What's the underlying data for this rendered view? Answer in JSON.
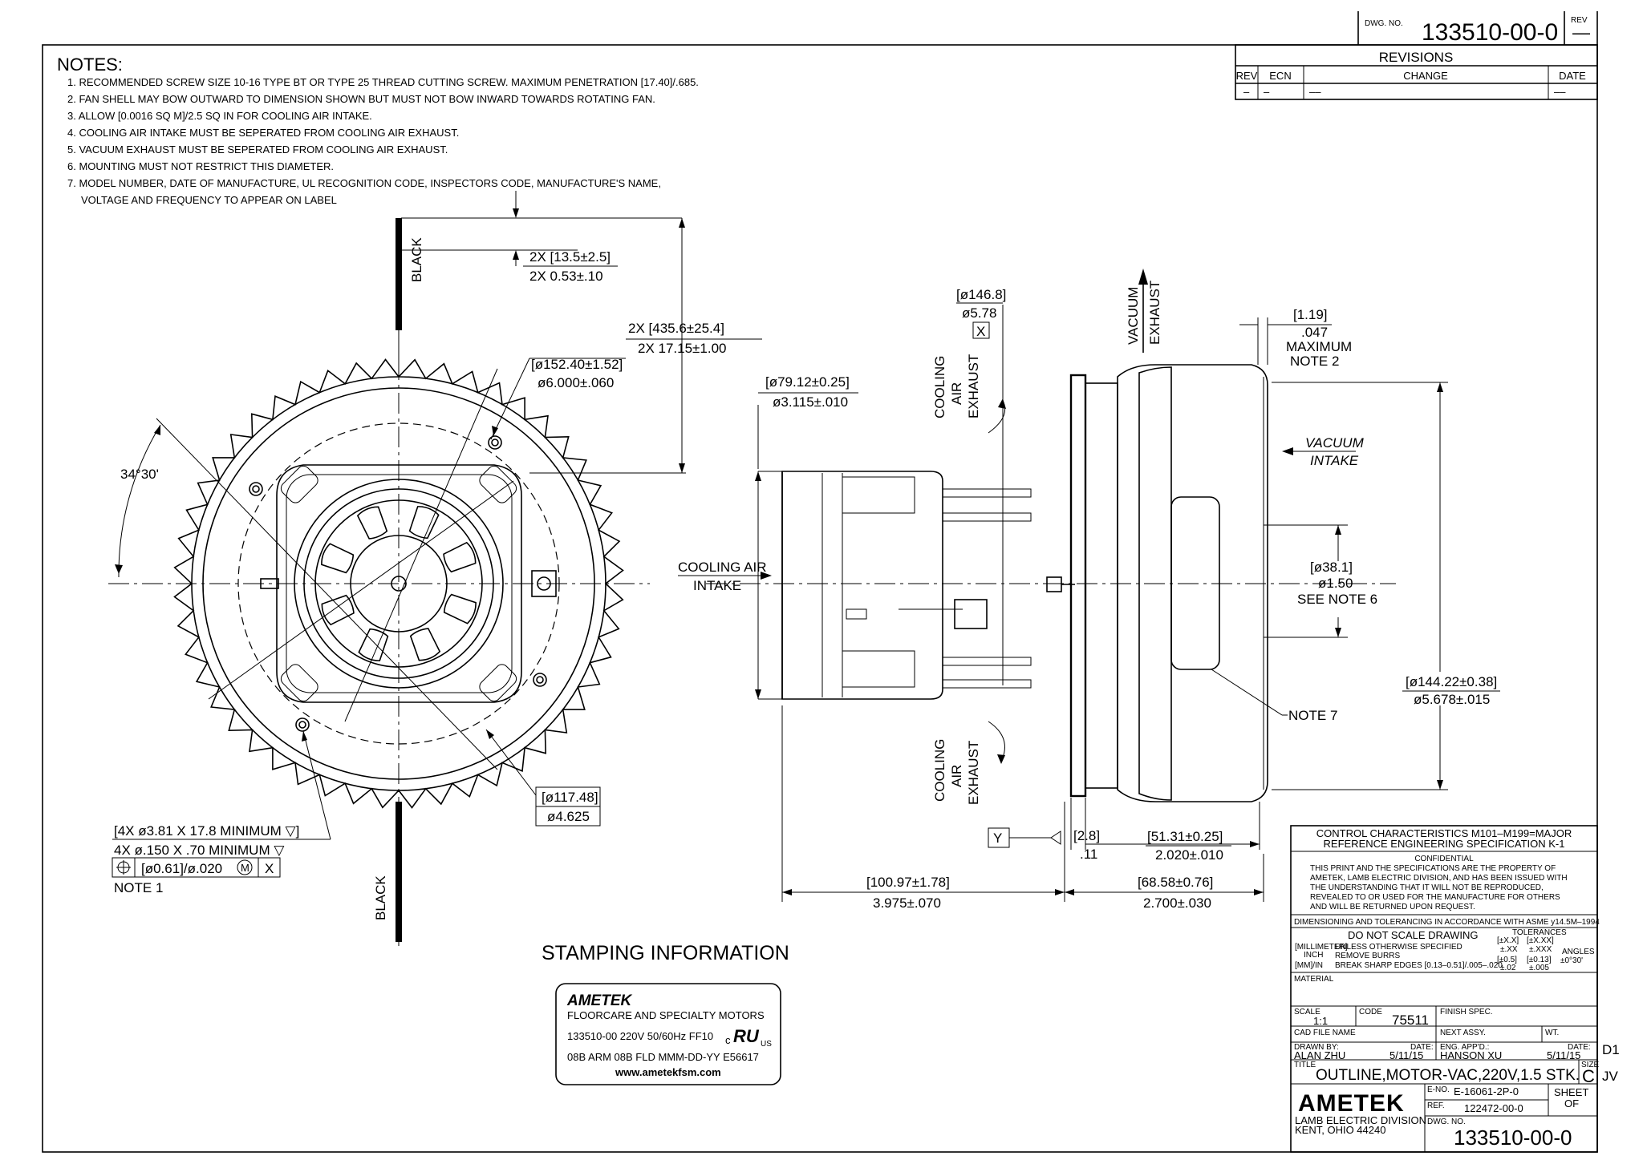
{
  "dwg_header": {
    "label": "DWG. NO.",
    "number": "133510-00-0",
    "rev_label": "REV",
    "rev": "—"
  },
  "revisions": {
    "title": "REVISIONS",
    "columns": [
      "REV",
      "ECN",
      "CHANGE",
      "DATE"
    ],
    "row": [
      "–",
      "–",
      "––",
      "––"
    ]
  },
  "notes": {
    "title": "NOTES:",
    "items": [
      "1. RECOMMENDED SCREW SIZE 10-16 TYPE BT OR TYPE 25 THREAD CUTTING SCREW. MAXIMUM PENETRATION [17.40]/.685.",
      "2. FAN SHELL MAY BOW OUTWARD TO DIMENSION SHOWN BUT MUST NOT BOW INWARD TOWARDS ROTATING FAN.",
      "3. ALLOW [0.0016 SQ M]/2.5 SQ IN FOR COOLING AIR INTAKE.",
      "4. COOLING AIR INTAKE MUST BE SEPERATED FROM COOLING AIR EXHAUST.",
      "5. VACUUM EXHAUST MUST BE SEPERATED FROM COOLING AIR EXHAUST.",
      "6. MOUNTING MUST NOT RESTRICT THIS DIAMETER.",
      "7. MODEL NUMBER, DATE OF MANUFACTURE, UL RECOGNITION CODE, INSPECTORS CODE, MANUFACTURE'S NAME,",
      "VOLTAGE AND FREQUENCY TO APPEAR ON LABEL"
    ]
  },
  "front_view": {
    "wire_color_top": "BLACK",
    "wire_color_bottom": "BLACK",
    "dim_wire_stub_mm": "2X [13.5±2.5]",
    "dim_wire_stub_in": "2X 0.53±.10",
    "dim_wire_len_mm": "2X [435.6±25.4]",
    "dim_wire_len_in": "2X 17.15±1.00",
    "dim_bolt_circle_mm": "[ø152.40±1.52]",
    "dim_bolt_circle_in": "ø6.000±.060",
    "angle": "34°30'",
    "dim_hub_mm": "[ø117.48]",
    "dim_hub_in": "ø4.625",
    "holes_mm": "[4X ø3.81 X 17.8 MINIMUM ▽]",
    "holes_in": "4X ø.150 X .70 MINIMUM ▽",
    "fcf_tol": "[ø0.61]/ø.020",
    "fcf_mod": "M",
    "fcf_datum": "X",
    "holes_note": "NOTE 1"
  },
  "side_view": {
    "dim_fan_dia_mm": "[ø146.8]",
    "dim_fan_dia_in": "ø5.78",
    "datum_x": "X",
    "vacuum_exhaust_1": "VACUUM",
    "vacuum_exhaust_2": "EXHAUST",
    "cooling_exhaust_1": "COOLING",
    "cooling_exhaust_2": "AIR",
    "cooling_exhaust_3": "EXHAUST",
    "dim_motor_dia_mm": "[ø79.12±0.25]",
    "dim_motor_dia_in": "ø3.115±.010",
    "cooling_intake_1": "COOLING AIR",
    "cooling_intake_2": "INTAKE",
    "dim_bow_mm": "[1.19]",
    "dim_bow_in": ".047",
    "dim_bow_max": "MAXIMUM",
    "dim_bow_note": "NOTE 2",
    "vacuum_intake_1": "VACUUM",
    "vacuum_intake_2": "INTAKE",
    "dim_eye_mm": "[ø38.1]",
    "dim_eye_in": "ø1.50",
    "dim_eye_note": "SEE NOTE 6",
    "label_note": "NOTE 7",
    "dim_shell_mm": "[ø144.22±0.38]",
    "dim_shell_in": "ø5.678±.015",
    "datum_y": "Y",
    "dim_flange_mm": "[2.8]",
    "dim_flange_in": ".11",
    "dim_fan_len_mm": "[51.31±0.25]",
    "dim_fan_len_in": "2.020±.010",
    "dim_motor_len_mm": "[100.97±1.78]",
    "dim_motor_len_in": "3.975±.070",
    "dim_head_len_mm": "[68.58±0.76]",
    "dim_head_len_in": "2.700±.030"
  },
  "stamping": {
    "title": "STAMPING INFORMATION",
    "brand": "AMETEK",
    "line1": "FLOORCARE AND SPECIALTY MOTORS",
    "line2": "133510-00 220V 50/60Hz FF10",
    "ul_c": "c",
    "ul_mark": "RU",
    "ul_us": "US",
    "line3": "08B ARM 08B FLD MMM-DD-YY E56617",
    "line4": "www.ametekfsm.com"
  },
  "title_block": {
    "control_1": "CONTROL CHARACTERISTICS M101–M199=MAJOR",
    "control_2": "REFERENCE ENGINEERING SPECIFICATION K-1",
    "conf_title": "CONFIDENTIAL",
    "conf_1": "THIS PRINT AND THE SPECIFICATIONS ARE THE PROPERTY OF",
    "conf_2": "AMETEK, LAMB ELECTRIC DIVISION, AND HAS BEEN ISSUED WITH",
    "conf_3": "THE UNDERSTANDING THAT IT WILL NOT BE REPRODUCED,",
    "conf_4": "REVEALED TO OR USED FOR THE MANUFACTURE FOR OTHERS",
    "conf_5": "AND WILL BE RETURNED UPON REQUEST.",
    "dim_tol": "DIMENSIONING AND TOLERANCING IN ACCORDANCE WITH ASME y14.5M–1994",
    "no_scale": "DO NOT SCALE DRAWING",
    "tolerances": "TOLERANCES",
    "units_mm": "[MILLIMETER]",
    "units_in": "INCH",
    "units_mmin": "[MM]/IN",
    "unless": "UNLESS OTHERWISE SPECIFIED",
    "burrs": "REMOVE BURRS",
    "edges": "BREAK SHARP EDGES [0.13–0.51]/.005–.020",
    "tol_h1": "[±X.X]",
    "tol_h2": "[±X.XX]",
    "tol_h3": "±.XX",
    "tol_h4": "±.XXX",
    "tol_v1": "[±0.5]",
    "tol_v2": "[±0.13]",
    "tol_v3": "±.02",
    "tol_v4": "±.005",
    "angles_label": "ANGLES",
    "angles_value": "±0°30'",
    "material_label": "MATERIAL",
    "scale_label": "SCALE",
    "scale": "1:1",
    "code_label": "CODE",
    "code": "75511",
    "finish_label": "FINISH SPEC.",
    "cad_label": "CAD FILE NAME",
    "next_assy_label": "NEXT ASSY.",
    "wt_label": "WT.",
    "drawn_label": "DRAWN BY:",
    "drawn_by": "ALAN ZHU",
    "drawn_date_label": "DATE:",
    "drawn_date": "5/11/15",
    "eng_label": "ENG. APP'D.:",
    "eng_by": "HANSON XU",
    "eng_date_label": "DATE:",
    "eng_date": "5/11/15",
    "size_label": "SIZE",
    "size": "C",
    "title_label": "TITLE",
    "title": "OUTLINE,MOTOR-VAC,220V,1.5 STK.",
    "brand": "AMETEK",
    "division": "LAMB ELECTRIC DIVISION",
    "city": "KENT, OHIO 44240",
    "eno_label": "E-NO.",
    "eno": "E-16061-2P-0",
    "ref_label": "REF.",
    "ref": "122472-00-0",
    "sheet_label": "SHEET",
    "sheet_of": "OF",
    "dwg_label": "DWG. NO.",
    "dwg_no": "133510-00-0",
    "side_d1": "D1",
    "side_jv": "JV"
  }
}
